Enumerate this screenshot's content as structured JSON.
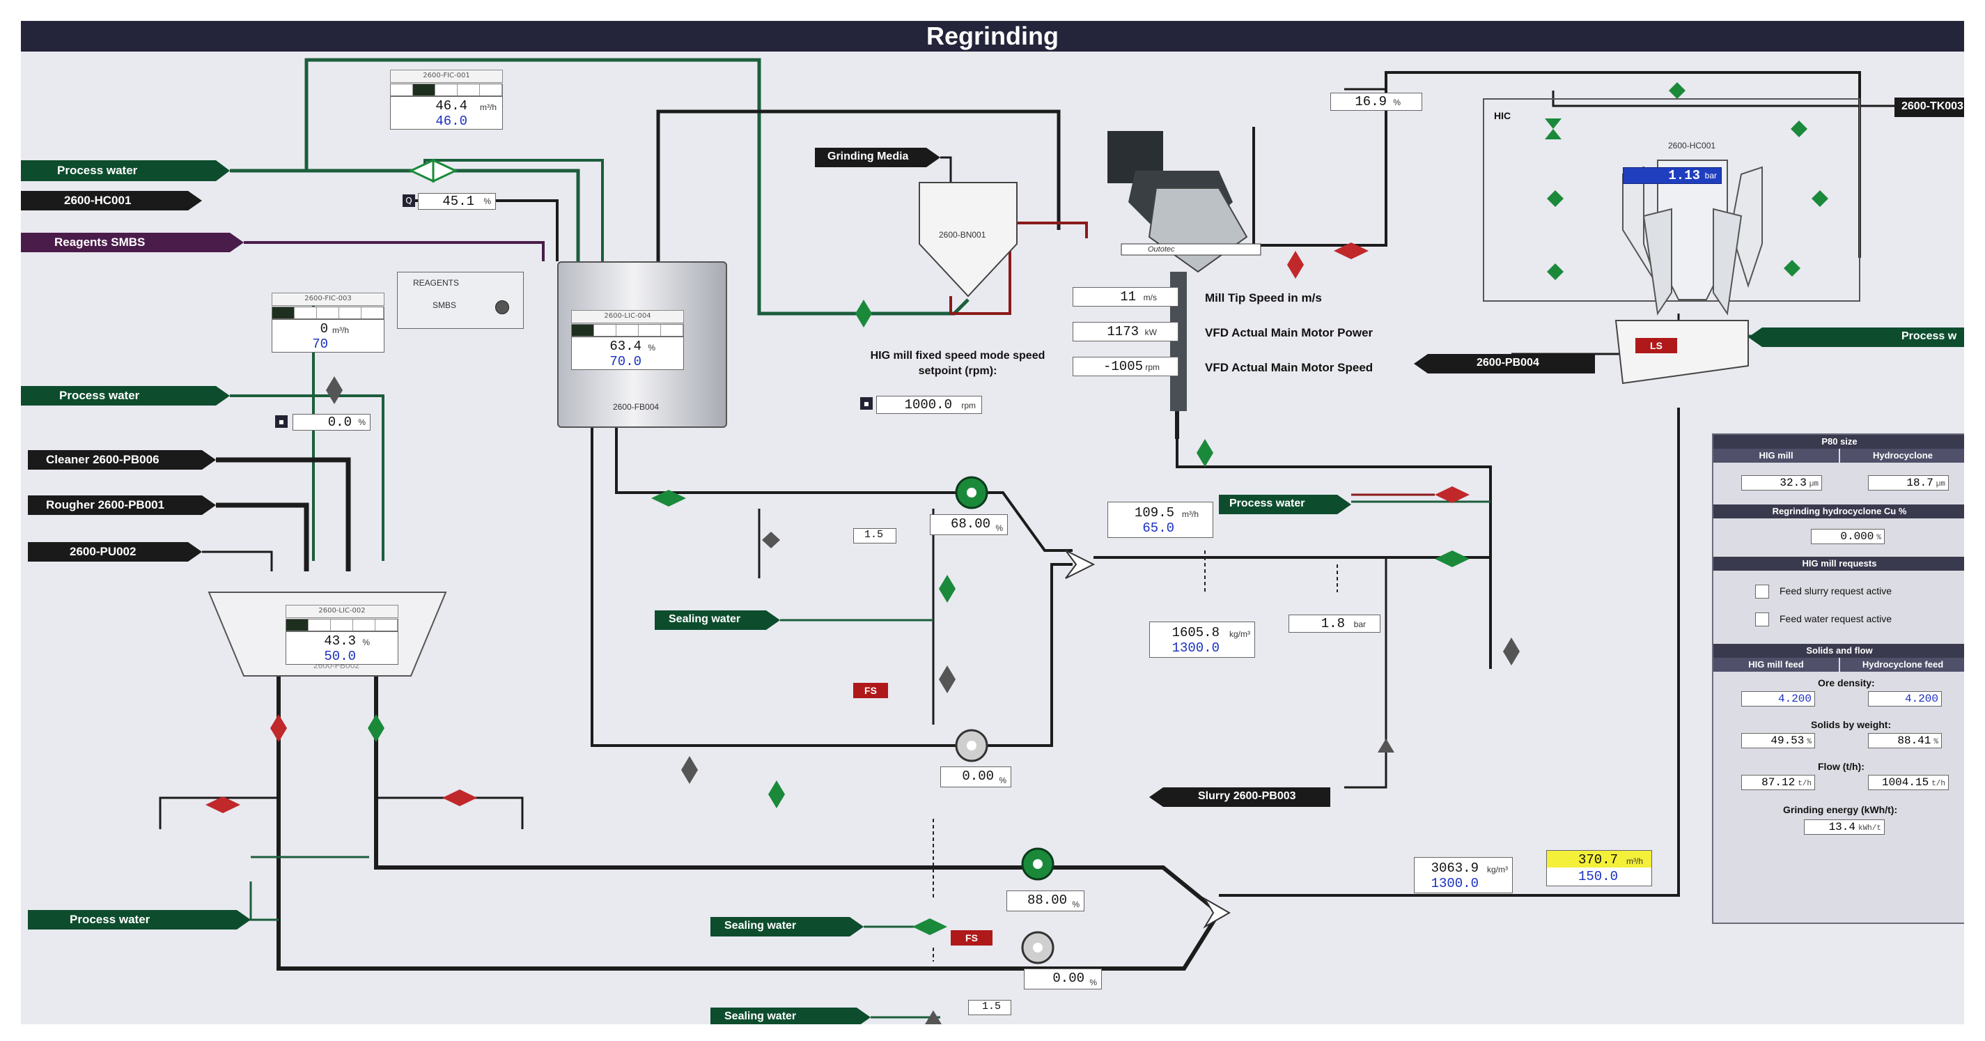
{
  "title": "Regrinding",
  "colors": {
    "pipe_green": "#1b5e3b",
    "pipe_dark": "#1c1c1c",
    "pipe_red": "#8b1a1a",
    "valve_green": "#1a8a3a",
    "valve_red": "#c0282a",
    "arrow_dark": "#1a1a1a",
    "arrow_green": "#0d4d2d",
    "arrow_purple": "#4a1c4a",
    "setpoint": "#1a2fbf"
  },
  "streams": {
    "process_water_1": "Process water",
    "hc001_in": "2600-HC001",
    "reagents_smbs": "Reagents SMBS",
    "process_water_2": "Process water",
    "cleaner": "Cleaner 2600-PB006",
    "rougher": "Rougher 2600-PB001",
    "pu002": "2600-PU002",
    "process_water_3": "Process water",
    "grinding_media": "Grinding Media",
    "sealing_water_1": "Sealing water",
    "process_water_4": "Process water",
    "slurry": "Slurry 2600-PB003",
    "sealing_water_2": "Sealing water",
    "sealing_water_3": "Sealing water",
    "pb004": "2600-PB004",
    "tk003": "2600-TK003",
    "process_water_right": "Process w"
  },
  "reagents_box": {
    "title": "REAGENTS",
    "smbs": "SMBS"
  },
  "tanks": {
    "fb004": "2600-FB004",
    "bn001": "2600-BN001",
    "fb002": "2600-FB002",
    "hc001": "2600-HC001",
    "hic_label": "HIC"
  },
  "mill_brand": "Outotec",
  "instruments": {
    "fic_top": {
      "tag": "2600-FIC-001",
      "value": "46.4",
      "unit": "m³/h",
      "sp": "46.0"
    },
    "hc_pct": {
      "value": "45.1",
      "unit": "%"
    },
    "lic_tank": {
      "tag": "2600-LIC-004",
      "value": "63.4",
      "unit": "%",
      "sp": "70.0"
    },
    "fic_left": {
      "tag": "2600-FIC-003",
      "value": "0",
      "unit": "m³/h",
      "sp": "70"
    },
    "pct_left": {
      "value": "0.0",
      "unit": "%"
    },
    "lic_hopper": {
      "tag": "2600-LIC-002",
      "value": "43.3",
      "unit": "%",
      "sp": "50.0"
    },
    "tip_speed": {
      "value": "11",
      "unit": "m/s",
      "label": "Mill Tip Speed in m/s"
    },
    "motor_power": {
      "value": "1173",
      "unit": "kW",
      "label": "VFD Actual Main Motor Power"
    },
    "motor_speed": {
      "value": "-1005",
      "unit": "rpm",
      "label": "VFD Actual Main Motor Speed"
    },
    "fixed_speed": {
      "label": "HIG mill fixed speed mode speed setpoint (rpm):",
      "value": "1000.0",
      "unit": "rpm"
    },
    "pump1_speed": {
      "value": "68.00",
      "unit": "%"
    },
    "pump1_mode": {
      "value": "1.5"
    },
    "pump2_speed": {
      "value": "0.00",
      "unit": "%"
    },
    "flow_mill": {
      "value": "109.5",
      "unit": "m³/h",
      "sp": "65.0"
    },
    "density_mill": {
      "value": "1605.8",
      "unit": "kg/m³",
      "sp": "1300.0"
    },
    "pressure": {
      "value": "1.8",
      "unit": "bar"
    },
    "hc_flow_top": {
      "value": "16.9",
      "unit": "%"
    },
    "hc_pressure": {
      "value": "1.13",
      "unit": "bar"
    },
    "pump3_speed": {
      "value": "88.00",
      "unit": "%"
    },
    "pump4_speed": {
      "value": "0.00",
      "unit": "%"
    },
    "density_hc": {
      "value": "3063.9",
      "unit": "kg/m³",
      "sp": "1300.0"
    },
    "flow_hc": {
      "value": "370.7",
      "unit": "m³/h",
      "sp": "150.0"
    }
  },
  "flags": {
    "fs1": "FS",
    "fs2": "FS",
    "ls": "LS",
    "ls_mode": "1.5"
  },
  "panel": {
    "p80_title": "P80 size",
    "hig_mill": "HIG mill",
    "hydrocyclone": "Hydrocyclone",
    "p80_mill": {
      "value": "32.3",
      "unit": "µm"
    },
    "p80_hc": {
      "value": "18.7",
      "unit": "µm"
    },
    "cu_title": "Regrinding hydrocyclone Cu %",
    "cu": {
      "value": "0.000",
      "unit": "%"
    },
    "requests_title": "HIG mill requests",
    "req_slurry": "Feed slurry request active",
    "req_water": "Feed water request active",
    "solids_title": "Solids and flow",
    "mill_feed": "HIG mill feed",
    "hc_feed": "Hydrocyclone feed",
    "ore_density_lbl": "Ore density:",
    "ore_density_mill": "4.200",
    "ore_density_hc": "4.200",
    "solids_wt_lbl": "Solids by weight:",
    "solids_mill": {
      "value": "49.53",
      "unit": "%"
    },
    "solids_hc": {
      "value": "88.41",
      "unit": "%"
    },
    "flow_lbl": "Flow (t/h):",
    "flow_mill": {
      "value": "87.12",
      "unit": "t/h"
    },
    "flow_hc": {
      "value": "1004.15",
      "unit": "t/h"
    },
    "energy_lbl": "Grinding energy (kWh/t):",
    "energy": {
      "value": "13.4",
      "unit": "kWh/t"
    }
  }
}
